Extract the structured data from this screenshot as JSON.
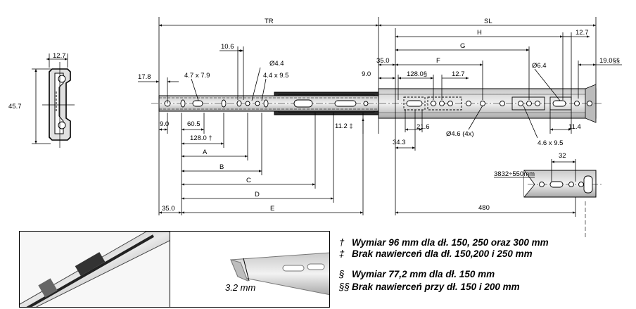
{
  "dimensions": {
    "tr": "TR",
    "sl": "SL",
    "h": "H",
    "g": "G",
    "f": "F",
    "a": "A",
    "b": "B",
    "c": "C",
    "d": "D",
    "e": "E",
    "d_12_7_top_right": "12.7",
    "d_19_0": "19.0§§",
    "d_6_4": "Ø6.4",
    "d_35_0_top": "35.0",
    "d_9_0_top": "9.0",
    "d_128_0s": "128.0§",
    "d_12_7_mid": "12.7",
    "d_10_6": "10.6",
    "d_4_4": "Ø4.4",
    "d_4_7x7_9": "4.7 x 7.9",
    "d_4_4x9_5": "4.4 x 9.5",
    "d_17_8": "17.8",
    "d_9_0_left": "9.0",
    "d_60_5": "60.5",
    "d_128_0_dagger": "128.0 †",
    "d_11_2": "11.2 ‡",
    "d_21_6": "21.6",
    "d_34_3": "34.3",
    "d_4_6": "Ø4.6 (4x)",
    "d_4_6x9_5": "4.6 x 9.5",
    "d_11_4": "11.4",
    "d_35_0_bottom": "35.0",
    "d_32": "32",
    "d_range": "3832÷550mm",
    "d_480": "480",
    "profile_width": "12.7",
    "profile_height": "45.7"
  },
  "notes": [
    {
      "symbol": "†",
      "text": "Wymiar 96 mm dla dł. 150, 250 oraz 300 mm"
    },
    {
      "symbol": "‡",
      "text": "Brak nawierceń dla dł. 150,200 i 250 mm"
    },
    {
      "symbol": "§",
      "text": "Wymiar 77,2 mm dla dł. 150 mm"
    },
    {
      "symbol": "§§",
      "text": "Brak nawierceń przy dł. 150 i 200 mm"
    }
  ],
  "photo_caption": "3.2 mm"
}
